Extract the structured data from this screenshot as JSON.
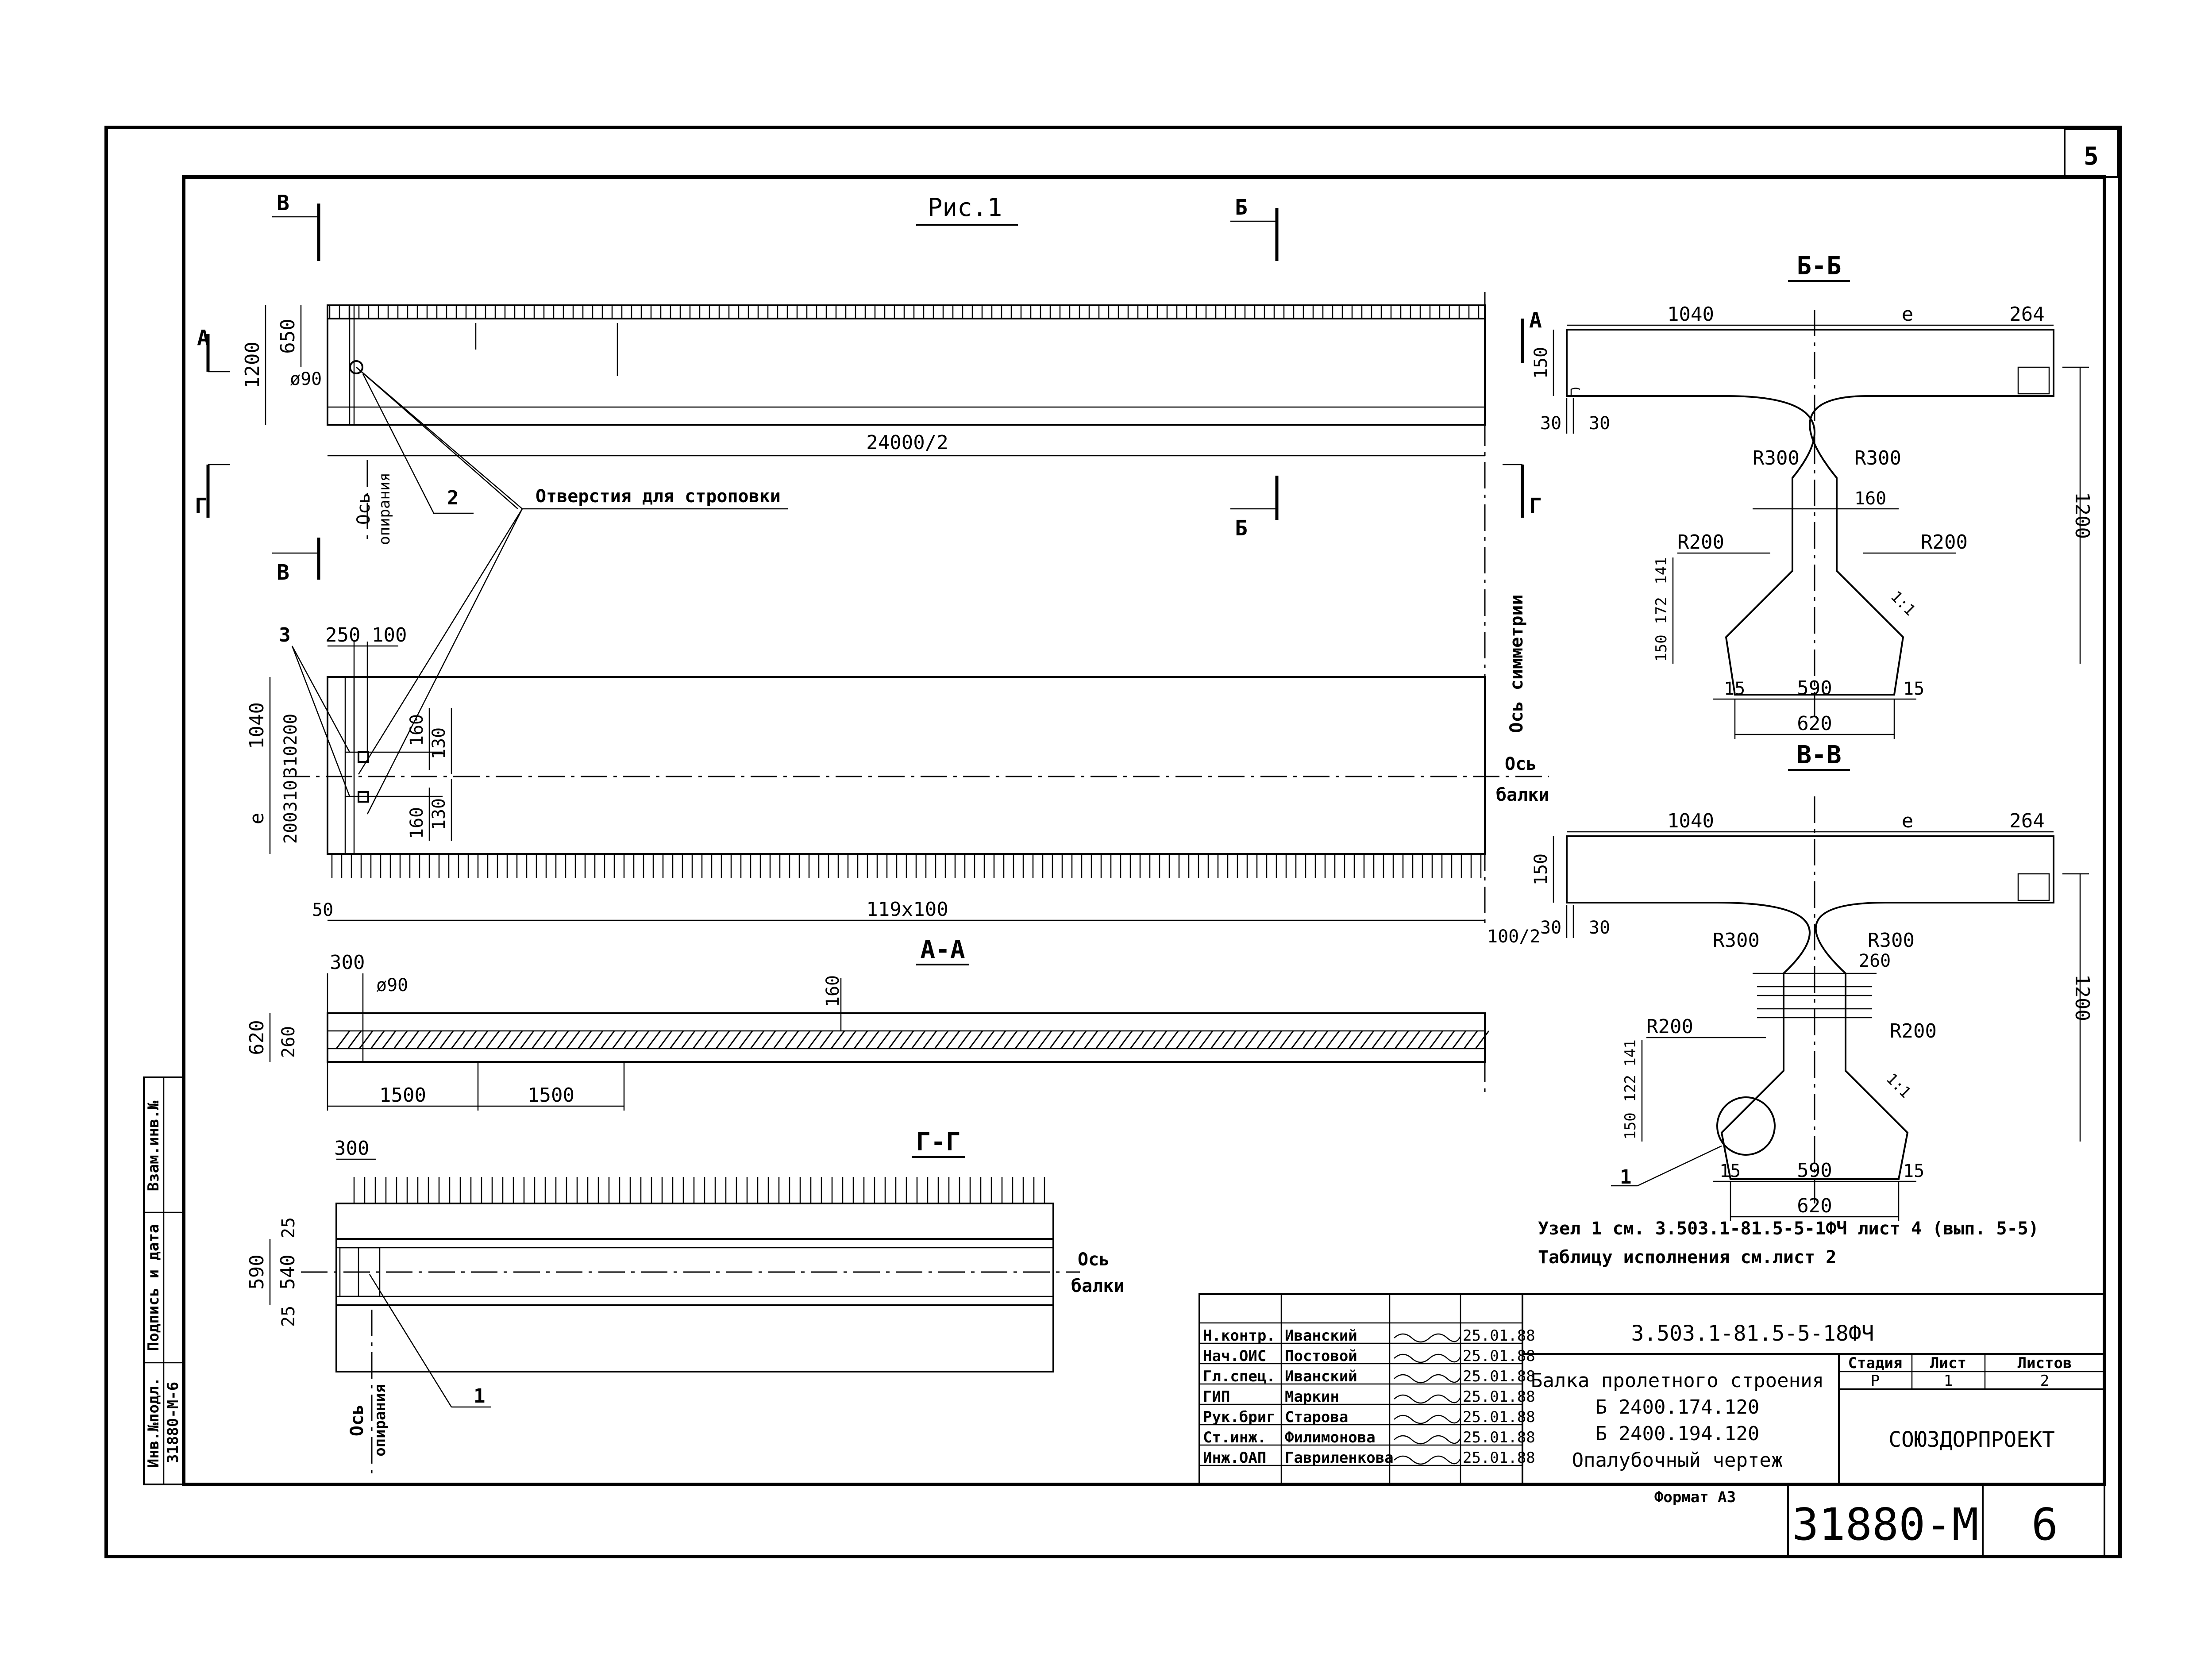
{
  "sheet": {
    "sheet_number": "5",
    "figure_label": "Рис.1",
    "code": "3.503.1-81.5-5-18ФЧ",
    "title_lines": [
      "Балка пролетного строения",
      "Б 2400.174.120",
      "Б 2400.194.120",
      "Опалубочный чертеж"
    ],
    "format": "Формат А3",
    "archive_number": "31880-М",
    "page": "6",
    "organization": "СОЮЗДОРПРОЕКТ",
    "stage_header": "Стадия",
    "stage": "Р",
    "sheet_header": "Лист",
    "sheet_value": "1",
    "sheets_header": "Листов",
    "sheets_value": "2",
    "notes": [
      "Узел 1 см. 3.503.1-81.5-5-1ФЧ лист 4 (вып. 5-5)",
      "Таблицу исполнения см.лист 2"
    ]
  },
  "stamp": {
    "rows": [
      {
        "role": "Н.контр.",
        "name": "Иванский",
        "date": "25.01.88"
      },
      {
        "role": "Нач.ОИС",
        "name": "Постовой",
        "date": "25.01.88"
      },
      {
        "role": "Гл.спец.",
        "name": "Иванский",
        "date": "25.01.88"
      },
      {
        "role": "ГИП",
        "name": "Маркин",
        "date": "25.01.88"
      },
      {
        "role": "Рук.бриг",
        "name": "Старова",
        "date": "25.01.88"
      },
      {
        "role": "Ст.инж.",
        "name": "Филимонова",
        "date": "25.01.88"
      },
      {
        "role": "Инж.ОАП",
        "name": "Гавриленкова",
        "date": "25.01.88"
      }
    ]
  },
  "side_stamp": {
    "labels": [
      "Инв.№подл.",
      "Подпись и дата",
      "Взам.инв.№"
    ],
    "inv_value": "31880-М-6"
  },
  "elevation": {
    "sec_v": "В",
    "sec_b": "Б",
    "sec_a": "А",
    "sec_g": "Г",
    "dim_1200": "1200",
    "dim_650": "650",
    "hole": "ø90",
    "span": "24000/2",
    "support_axis": [
      "Ось",
      "опирания"
    ],
    "leader_2": "2",
    "lifting_holes": "Отверстия для строповки"
  },
  "plan": {
    "leader_3": "3",
    "dim_250": "250",
    "dim_100": "100",
    "dim_1040": "1040",
    "dim_e": "e",
    "dims_left_top": "310200",
    "dims_left_bot": "200310",
    "dim_160a": "160",
    "dim_130a": "130",
    "dim_160b": "160",
    "dim_130b": "130",
    "dim_50": "50",
    "pitch": "119x100",
    "half": "100/2",
    "symmetry_axis": "Ось симметрии",
    "beam_axis": [
      "Ось",
      "балки"
    ]
  },
  "section_aa": {
    "title": "А-А",
    "dim_300": "300",
    "hole": "ø90",
    "dim_160": "160",
    "dim_620": "620",
    "dim_260": "260",
    "dim_1500a": "1500",
    "dim_1500b": "1500"
  },
  "section_gg": {
    "title": "Г-Г",
    "dim_300": "300",
    "dim_590": "590",
    "dim_540": "540",
    "dim_25a": "25",
    "dim_25b": "25",
    "leader_1": "1",
    "beam_axis": [
      "Ось",
      "балки"
    ],
    "support_axis": [
      "Ось",
      "опирания"
    ]
  },
  "section_bb": {
    "title": "Б-Б",
    "dim_1040": "1040",
    "dim_e": "e",
    "dim_264": "264",
    "dim_150": "150",
    "dim_30a": "30",
    "dim_30b": "30",
    "r300a": "R300",
    "r300b": "R300",
    "dim_160": "160",
    "r200a": "R200",
    "r200b": "R200",
    "dims_left": [
      "141",
      "172",
      "150"
    ],
    "dim_1200": "1200",
    "dim_15a": "15",
    "dim_590": "590",
    "dim_15b": "15",
    "dim_620": "620",
    "slope": "1:1"
  },
  "section_vv": {
    "title": "В-В",
    "dim_1040": "1040",
    "dim_e": "e",
    "dim_264": "264",
    "dim_150": "150",
    "dim_30a": "30",
    "dim_30b": "30",
    "r300a": "R300",
    "r300b": "R300",
    "dim_260": "260",
    "r200a": "R200",
    "r200b": "R200",
    "dims_left": [
      "141",
      "122",
      "150"
    ],
    "dim_1200": "1200",
    "dim_15a": "15",
    "dim_590": "590",
    "dim_15b": "15",
    "dim_620": "620",
    "leader_1": "1",
    "slope": "1:1"
  }
}
